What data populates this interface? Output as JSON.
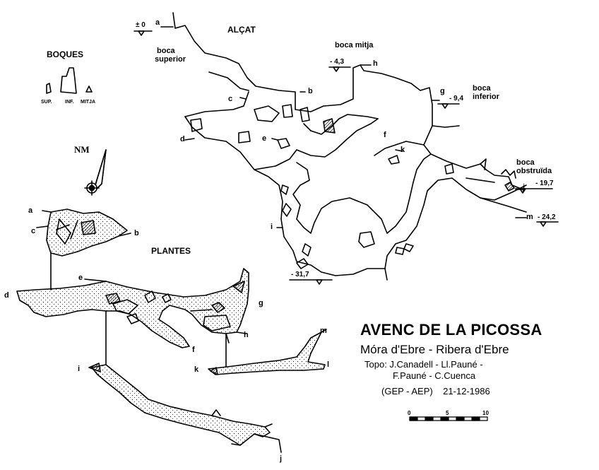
{
  "title": "AVENC DE LA PICOSSA",
  "location": "Móra d'Ebre - Ribera d'Ebre",
  "credits": {
    "line1": "Topo: J.Canadell - Ll.Pauné -",
    "line2": "F.Pauné - C.Cuenca",
    "line3": "(GEP - AEP)    21-12-1986"
  },
  "sections": {
    "elevation": "ALÇAT",
    "plans": "PLANTES",
    "entrances": "BOQUES"
  },
  "entrance_legend": {
    "sup": "SUP.",
    "inf": "INF.",
    "mitja": "MITJA"
  },
  "north": "NM",
  "entrances_labels": {
    "upper_1": "boca",
    "upper_2": "superior",
    "middle": "boca mitja",
    "lower_1": "boca",
    "lower_2": "inferior",
    "blocked_1": "boca",
    "blocked_2": "obstruïda"
  },
  "depths": {
    "a": "± 0",
    "h": "- 4,3",
    "g": "- 9,4",
    "j": "- 19,7",
    "m": "- 24,2",
    "bottom": "- 31,7"
  },
  "points": {
    "a": "a",
    "b": "b",
    "c": "c",
    "d": "d",
    "e": "e",
    "f": "f",
    "g": "g",
    "h": "h",
    "i": "i",
    "j": "j",
    "k": "k",
    "l": "l",
    "m": "m"
  },
  "scale": {
    "zero": "0",
    "five": "5",
    "ten": "10"
  }
}
